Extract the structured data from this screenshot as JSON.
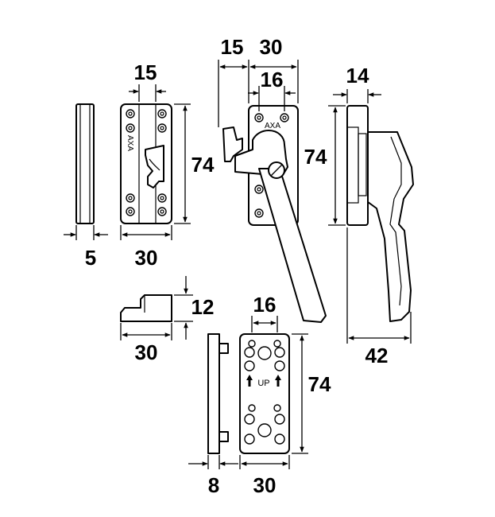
{
  "dimensions": {
    "keeper_width_top": "15",
    "keeper_height": "74",
    "keeper_width": "30",
    "spacer_thickness": "5",
    "handle_offset": "15",
    "handle_plate_width": "30",
    "handle_hole_spacing": "16",
    "handle_height": "74",
    "side_depth_top": "14",
    "side_depth": "42",
    "wedge_height": "12",
    "wedge_width": "30",
    "backplate_hole_spacing": "16",
    "backplate_height": "74",
    "backplate_thickness": "8",
    "backplate_width": "30"
  },
  "labels": {
    "brand_keeper": "AXA",
    "brand_handle": "AXA",
    "up_marker": "UP"
  }
}
